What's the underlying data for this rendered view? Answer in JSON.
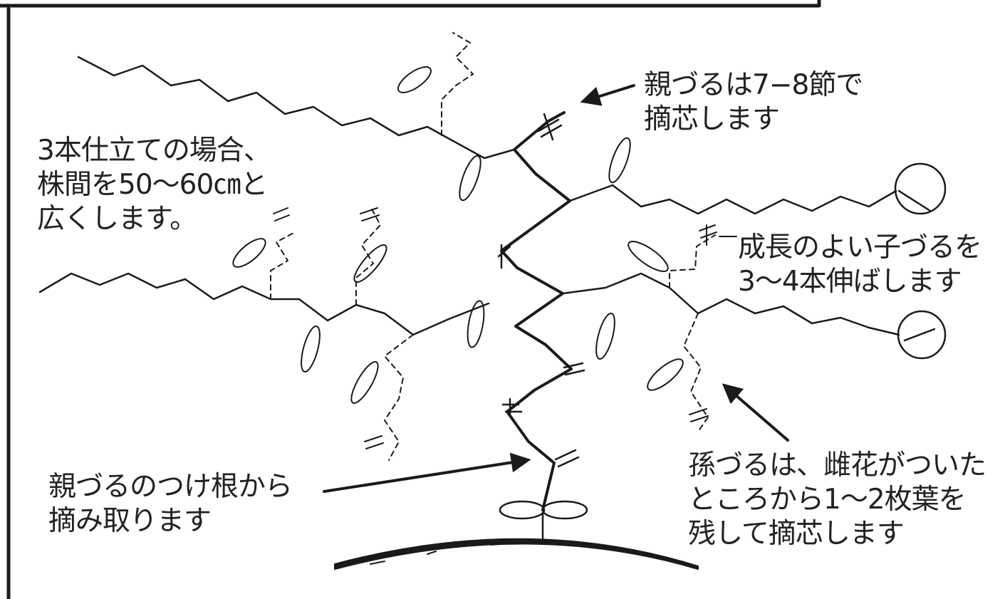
{
  "annotations": {
    "parent_pinch": {
      "line1": "親づるは7−8節で",
      "line2": "摘芯します"
    },
    "spacing": {
      "line1": "3本仕立ての場合、",
      "line2": "株間を50～60㎝と",
      "line3": "広くします。"
    },
    "children": {
      "line1": "成長のよい子づるを",
      "line2": "3～4本伸ばします"
    },
    "root_removal": {
      "line1": "親づるのつけ根から",
      "line2": "摘み取ります"
    },
    "grandchild": {
      "line1": "孫づるは、雌花がついた",
      "line2": "ところから1～2枚葉を",
      "line3": "残して摘芯します"
    }
  },
  "icons": [
    "leaf-icon",
    "female-flower-icon",
    "cut-mark-icon",
    "seedling-icon",
    "arrow-icon"
  ],
  "colors": {
    "ink": "#1a1a1a",
    "paper": "#ffffff"
  }
}
